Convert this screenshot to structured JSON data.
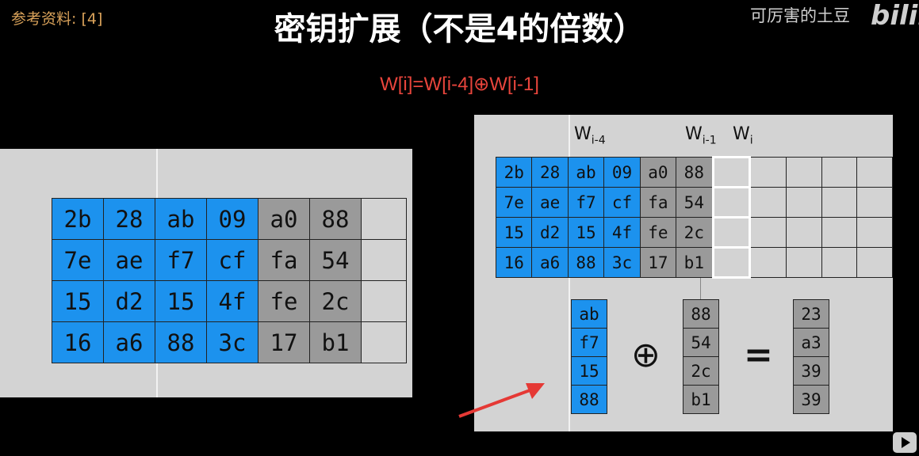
{
  "reference": "参考资料: [4]",
  "title": "密钥扩展（不是4的倍数）",
  "uploader": "可厉害的土豆",
  "platform_logo": "bilibili",
  "formula": "W[i]=W[i-4]⊕W[i-1]",
  "left_grid": {
    "rows": [
      [
        "2b",
        "28",
        "ab",
        "09",
        "a0",
        "88"
      ],
      [
        "7e",
        "ae",
        "f7",
        "cf",
        "fa",
        "54"
      ],
      [
        "15",
        "d2",
        "15",
        "4f",
        "fe",
        "2c"
      ],
      [
        "16",
        "a6",
        "88",
        "3c",
        "17",
        "b1"
      ]
    ]
  },
  "right_panel": {
    "label_wi4": "W",
    "label_wi4_sub": "i-4",
    "label_wi1": "W",
    "label_wi1_sub": "i-1",
    "label_wi": "W",
    "label_wi_sub": "i",
    "rows": [
      [
        "2b",
        "28",
        "ab",
        "09",
        "a0",
        "88"
      ],
      [
        "7e",
        "ae",
        "f7",
        "cf",
        "fa",
        "54"
      ],
      [
        "15",
        "d2",
        "15",
        "4f",
        "fe",
        "2c"
      ],
      [
        "16",
        "a6",
        "88",
        "3c",
        "17",
        "b1"
      ]
    ],
    "col_wi4": [
      "ab",
      "f7",
      "15",
      "88"
    ],
    "col_wi1": [
      "88",
      "54",
      "2c",
      "b1"
    ],
    "col_result": [
      "23",
      "a3",
      "39",
      "39"
    ],
    "xor_symbol": "⊕",
    "equals_symbol": "="
  },
  "colors": {
    "blue": "#1c92ee",
    "gray": "#9a9a9a",
    "panel": "#d3d3d3",
    "formula": "#e8453c",
    "arrow": "#e53935"
  },
  "icons": [
    "red-arrow-icon",
    "play-icon"
  ]
}
